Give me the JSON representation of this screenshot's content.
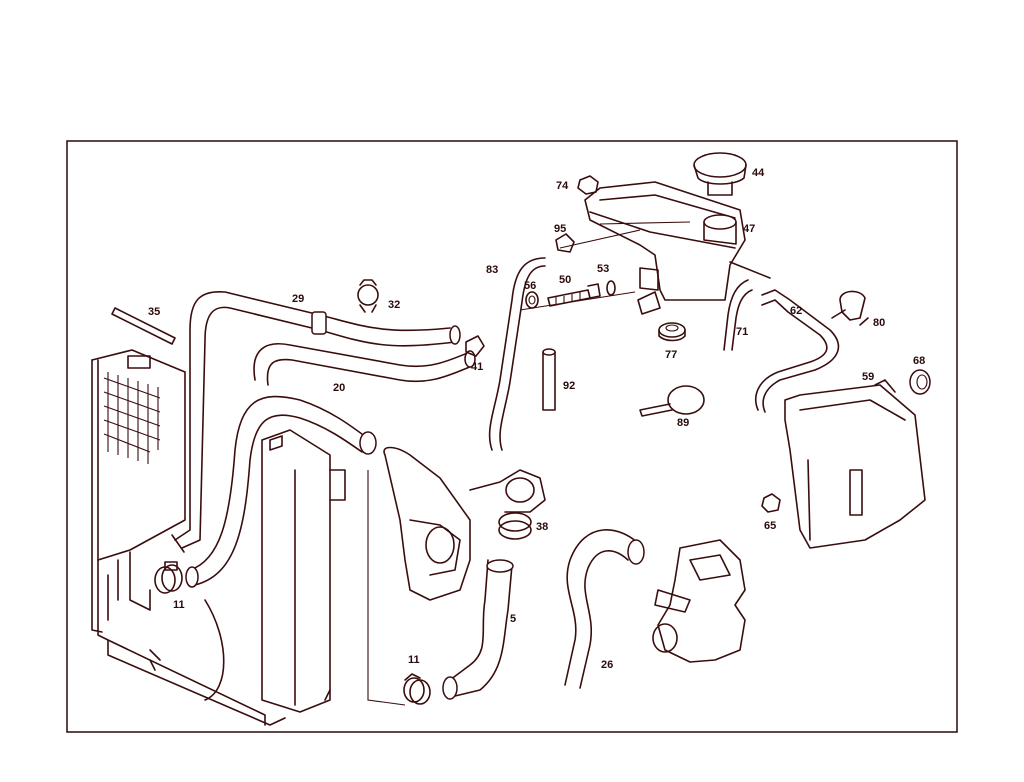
{
  "colors": {
    "line": "#3a0d0d",
    "background": "#ffffff",
    "frame": "#2a0808"
  },
  "labels": [
    {
      "id": "p74",
      "text": "74"
    },
    {
      "id": "p44",
      "text": "44"
    },
    {
      "id": "p47",
      "text": "47"
    },
    {
      "id": "p95",
      "text": "95"
    },
    {
      "id": "p83",
      "text": "83"
    },
    {
      "id": "p53",
      "text": "53"
    },
    {
      "id": "p50",
      "text": "50"
    },
    {
      "id": "p56",
      "text": "56"
    },
    {
      "id": "p71",
      "text": "71"
    },
    {
      "id": "p62",
      "text": "62"
    },
    {
      "id": "p80",
      "text": "80"
    },
    {
      "id": "p77",
      "text": "77"
    },
    {
      "id": "p35",
      "text": "35"
    },
    {
      "id": "p29",
      "text": "29"
    },
    {
      "id": "p32",
      "text": "32"
    },
    {
      "id": "p41",
      "text": "41"
    },
    {
      "id": "p20",
      "text": "20"
    },
    {
      "id": "p92",
      "text": "92"
    },
    {
      "id": "p89",
      "text": "89"
    },
    {
      "id": "p59",
      "text": "59"
    },
    {
      "id": "p68",
      "text": "68"
    },
    {
      "id": "p38",
      "text": "38"
    },
    {
      "id": "p65",
      "text": "65"
    },
    {
      "id": "p11a",
      "text": "11"
    },
    {
      "id": "p5",
      "text": "5"
    },
    {
      "id": "p26",
      "text": "26"
    },
    {
      "id": "p11b",
      "text": "11"
    }
  ]
}
